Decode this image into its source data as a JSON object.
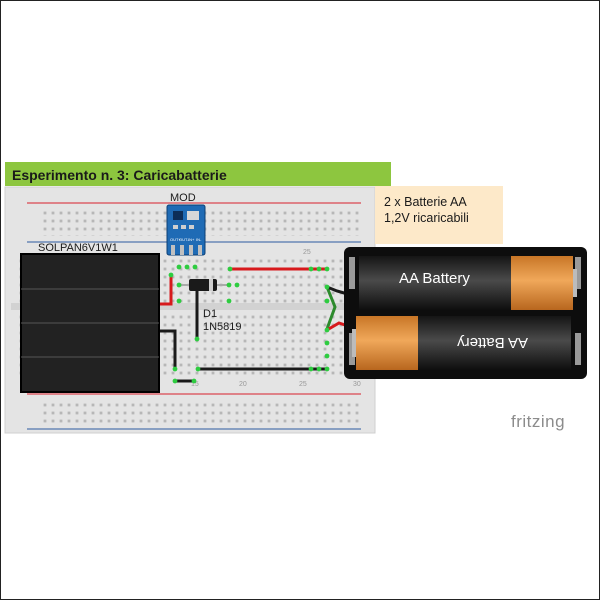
{
  "title": "Esperimento n. 3: Caricabatterie",
  "note_line1": "2 x Batterie AA",
  "note_line2": "1,2V ricaricabili",
  "solar_panel_label": "SOLPAN6V1W1",
  "module_label": "MOD",
  "module_pin_labels": [
    "OUT+",
    "OUT-",
    "IN+",
    "IN-"
  ],
  "diode_ref": "D1",
  "diode_part": "1N5819",
  "battery_label_top": "AA Battery",
  "battery_label_bottom": "AA Battery",
  "breadboard_column_labels": [
    "25",
    "30"
  ],
  "breadboard_bottom_labels": [
    "15",
    "20",
    "25",
    "30"
  ],
  "watermark": "fritzing",
  "colors": {
    "title_bar": "#8dc63f",
    "note_bg": "#fde9c9",
    "breadboard": "#e6e6e6",
    "rail_red": "#d9212b",
    "rail_blue": "#2c5aa0",
    "wire_red": "#d7191c",
    "wire_black": "#1a1a1a",
    "module_blue": "#1f6bb5",
    "battery_copper": "#e0943f",
    "dot_green": "#2ecc40"
  }
}
